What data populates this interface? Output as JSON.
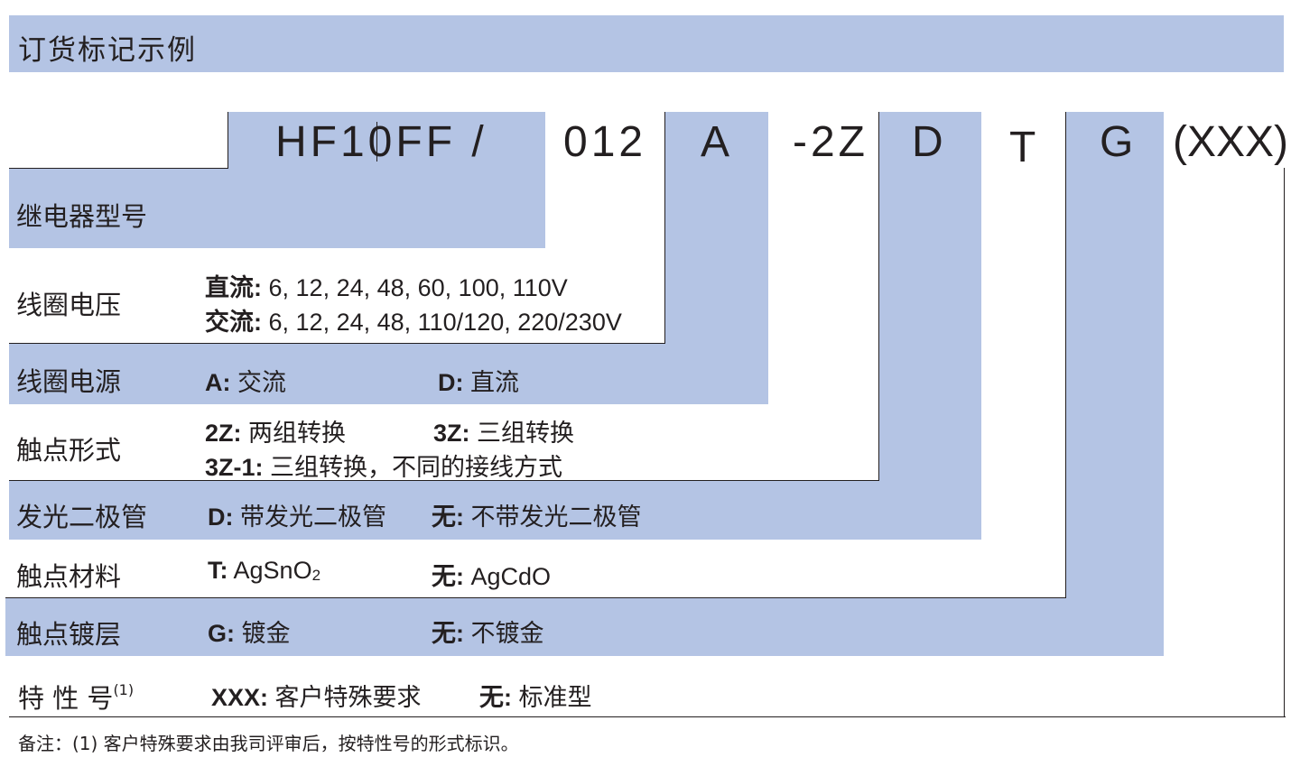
{
  "header": {
    "title": "订货标记示例"
  },
  "code": {
    "model": "HF10FF /",
    "voltage": "012",
    "source": "A",
    "contact_form": "-2Z",
    "led": "D",
    "material": "T",
    "plating": "G",
    "special": "(XXX)"
  },
  "rows": {
    "model": {
      "label": "继电器型号"
    },
    "coil_voltage": {
      "label": "线圈电压",
      "dc_key": "直流:",
      "dc_val": "6, 12, 24, 48, 60, 100, 110V",
      "ac_key": "交流:",
      "ac_val": "6, 12, 24, 48, 110/120, 220/230V"
    },
    "coil_power": {
      "label": "线圈电源",
      "a_key": "A:",
      "a_val": "交流",
      "d_key": "D:",
      "d_val": "直流"
    },
    "contact_form": {
      "label": "触点形式",
      "k1": "2Z:",
      "v1": "两组转换",
      "k2": "3Z:",
      "v2": "三组转换",
      "k3": "3Z-1:",
      "v3": "三组转换，不同的接线方式"
    },
    "led": {
      "label": "发光二极管",
      "k1": "D:",
      "v1": "带发光二极管",
      "k2": "无:",
      "v2": "不带发光二极管"
    },
    "material": {
      "label": "触点材料",
      "k1": "T:",
      "v1": "AgSnO",
      "v1_sub": "2",
      "k2": "无:",
      "v2": "AgCdO"
    },
    "plating": {
      "label": "触点镀层",
      "k1": "G:",
      "v1": "镀金",
      "k2": "无:",
      "v2": "不镀金"
    },
    "special": {
      "label": "特 性 号",
      "label_sup": "(1)",
      "k1": "XXX:",
      "v1": "客户特殊要求",
      "k2": "无:",
      "v2": "标准型"
    }
  },
  "footnote": "备注：(1) 客户特殊要求由我司评审后，按特性号的形式标识。"
}
